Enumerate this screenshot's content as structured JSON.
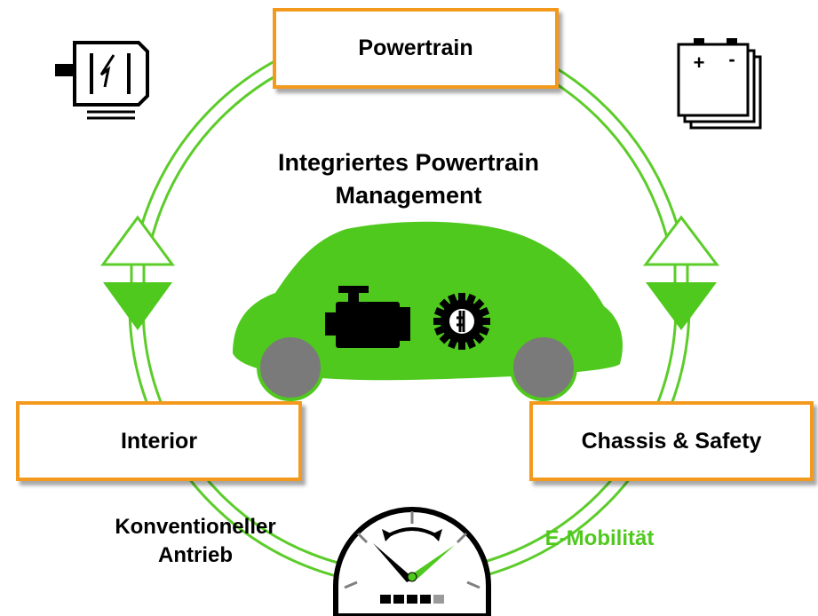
{
  "boxes": {
    "powertrain": "Powertrain",
    "interior": "Interior",
    "chassis": "Chassis & Safety"
  },
  "center_title": {
    "line1": "Integriertes Powertrain",
    "line2": "Management"
  },
  "labels": {
    "konventionell_line1": "Konventioneller",
    "konventionell_line2": "Antrieb",
    "emobilitaet": "E-Mobilität"
  },
  "battery": {
    "plus": "+",
    "minus": "-"
  },
  "colors": {
    "accent_orange": "#f39a1e",
    "green": "#4fc91d",
    "ring_green": "#5ccc2a"
  },
  "icons": [
    "electric-motor-icon",
    "battery-icon",
    "car-icon",
    "engine-icon",
    "gearbox-icon",
    "gauge-icon",
    "cycle-arrow-icon"
  ]
}
